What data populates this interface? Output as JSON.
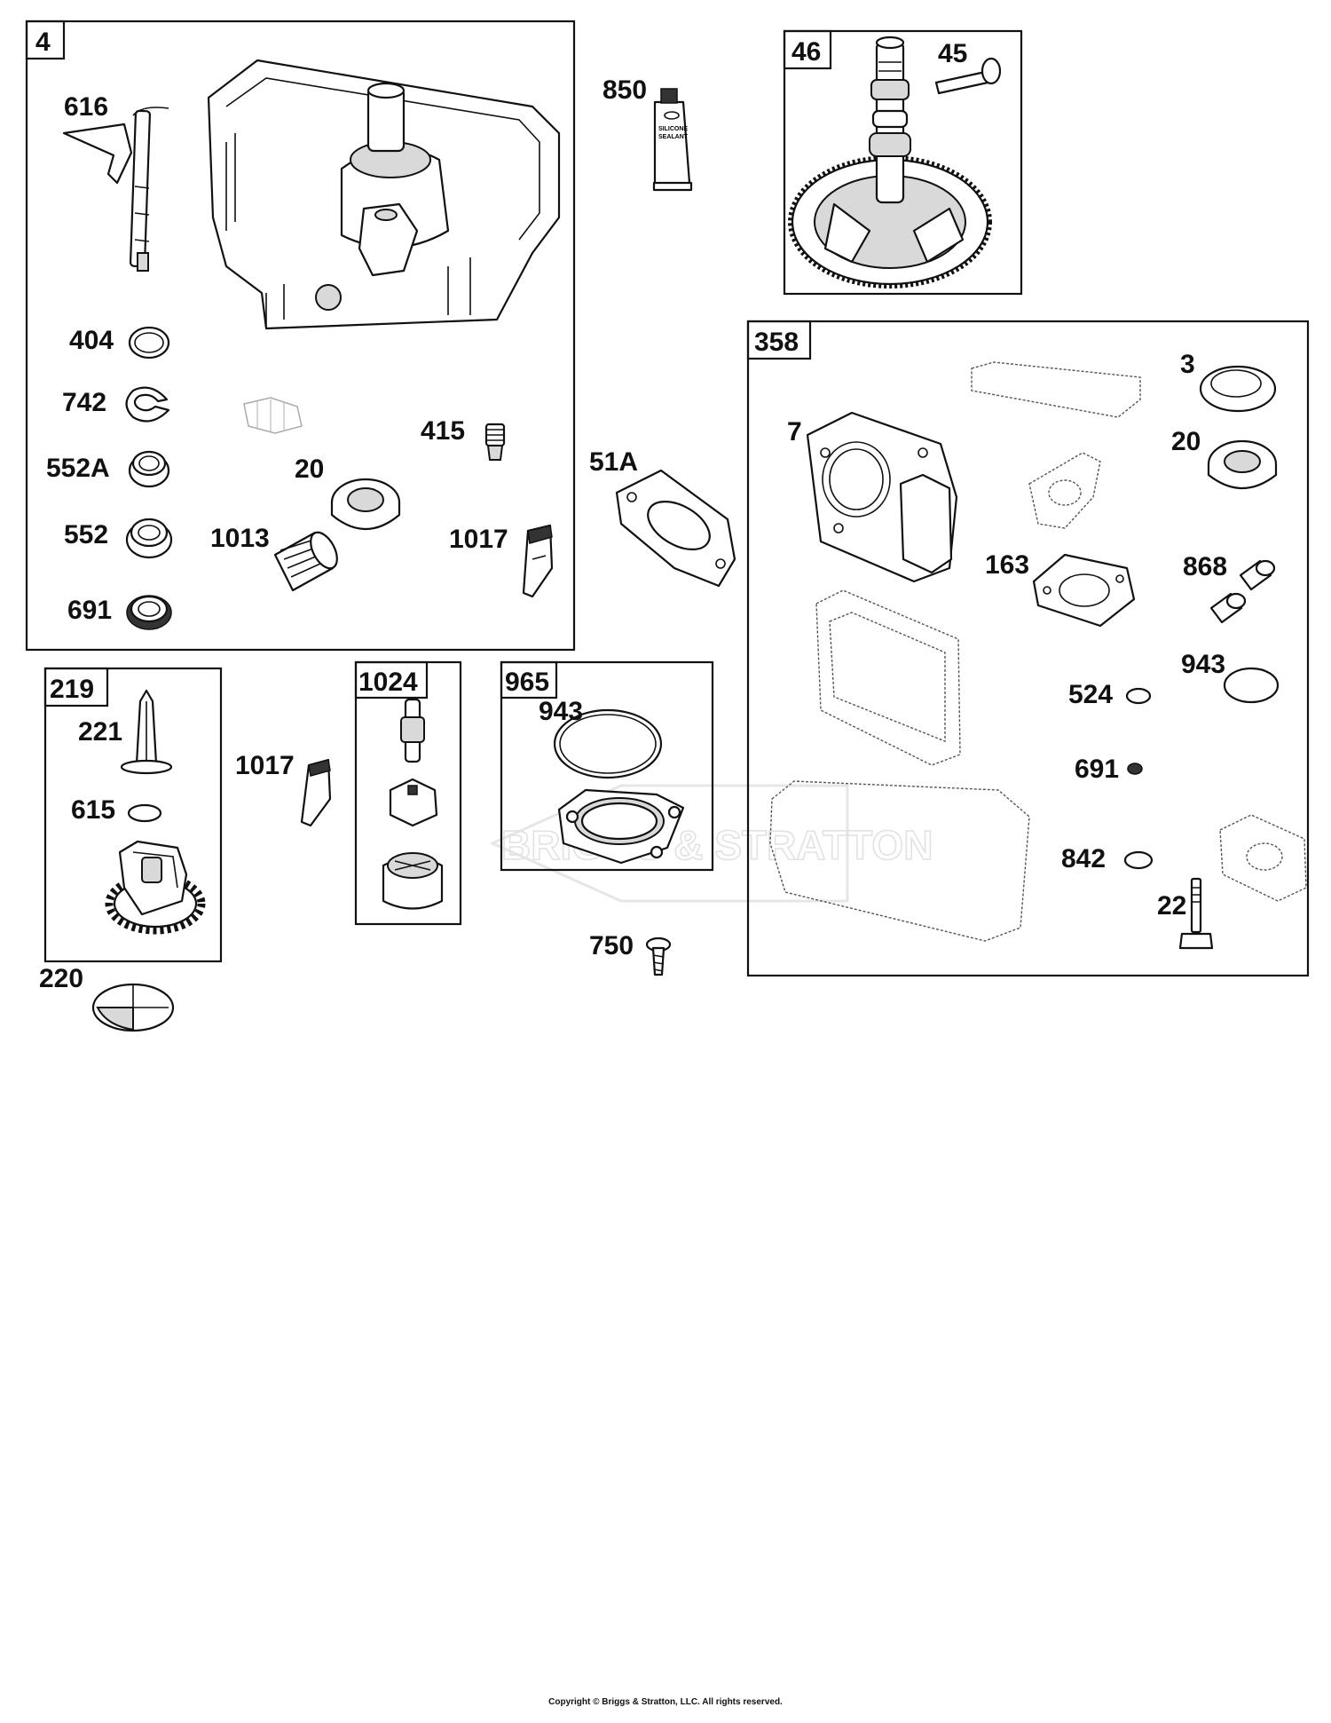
{
  "groups": [
    {
      "id": "g4",
      "label": "4"
    },
    {
      "id": "g46",
      "label": "46"
    },
    {
      "id": "g358",
      "label": "358"
    },
    {
      "id": "g219",
      "label": "219"
    },
    {
      "id": "g1024",
      "label": "1024"
    },
    {
      "id": "g965",
      "label": "965"
    }
  ],
  "callouts": {
    "p616": "616",
    "p404": "404",
    "p742": "742",
    "p552A": "552A",
    "p552": "552",
    "p691a": "691",
    "p1013": "1013",
    "p20a": "20",
    "p415": "415",
    "p1017a": "1017",
    "p850": "850",
    "p45": "45",
    "p51A": "51A",
    "p3": "3",
    "p7": "7",
    "p20b": "20",
    "p163": "163",
    "p868": "868",
    "p943b": "943",
    "p524": "524",
    "p691b": "691",
    "p842": "842",
    "p22": "22",
    "p221": "221",
    "p615": "615",
    "p220": "220",
    "p1017b": "1017",
    "p943a": "943",
    "p750": "750"
  },
  "tube_text": [
    "SILICONE",
    "SEALANT"
  ],
  "watermark": "BRIGGS & STRATTON",
  "copyright": "Copyright © Briggs & Stratton, LLC. All rights reserved."
}
